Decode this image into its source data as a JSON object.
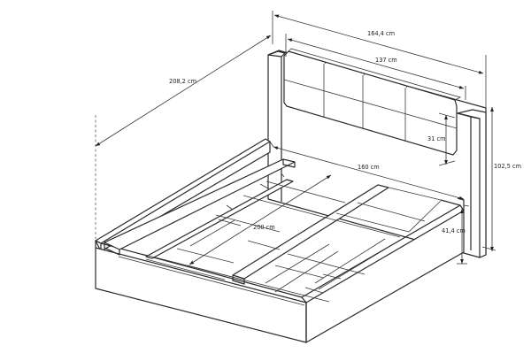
{
  "diagram": {
    "dimensions": {
      "overall_width": "164,4 cm",
      "headboard_width": "137 cm",
      "overall_length": "208,2 cm",
      "headboard_cushion_height": "31 cm",
      "overall_height": "102,5 cm",
      "mattress_width": "160 cm",
      "mattress_length": "200 cm",
      "frame_height": "41,4 cm"
    }
  }
}
